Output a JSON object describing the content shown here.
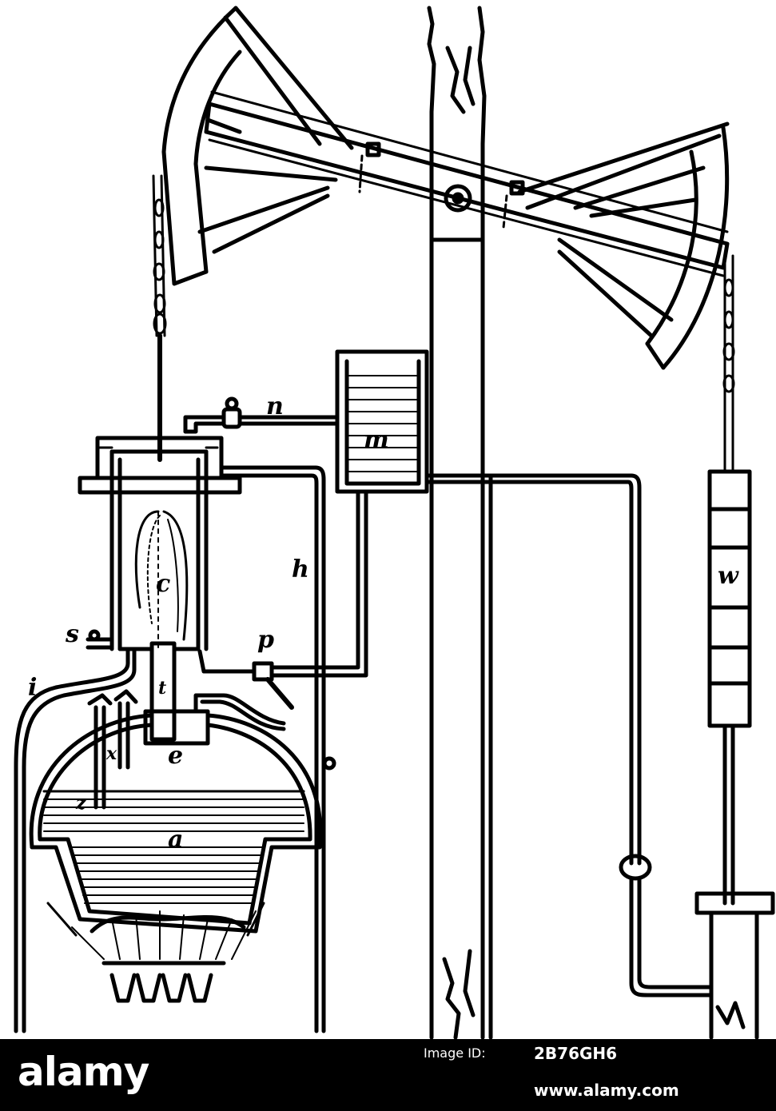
{
  "diagram": {
    "labels": {
      "n": "n",
      "m": "m",
      "c": "c",
      "h": "h",
      "w": "w",
      "s": "s",
      "p": "p",
      "i": "i",
      "t": "t",
      "x": "x",
      "e": "e",
      "z": "z",
      "a": "a"
    }
  },
  "footer": {
    "logo": "alamy",
    "image_id_label": "Image ID:",
    "image_id": "2B76GH6",
    "url_label": "",
    "url": "www.alamy.com",
    "colors": {
      "background": "#000000",
      "text": "#ffffff"
    }
  }
}
